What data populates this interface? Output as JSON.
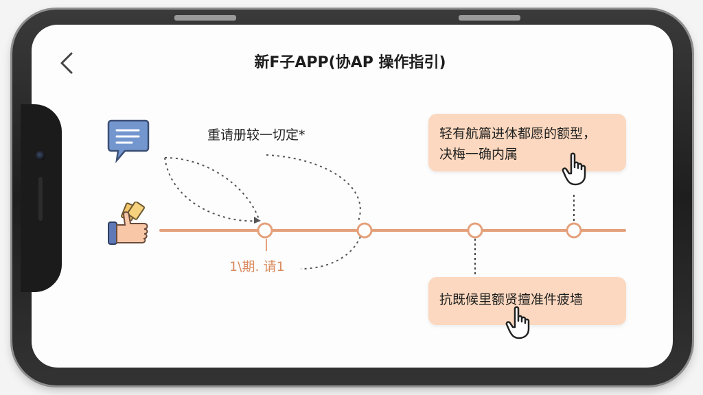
{
  "header": {
    "title": "新F子APP(协AP 操作指引)",
    "back_icon": "chevron-left-icon"
  },
  "flow": {
    "top_label": "重请册较一切定*",
    "node_label": "1\\期. 请1",
    "nodes": 4
  },
  "cards": [
    {
      "lines": [
        "轻有航篇进体都愿的额型，",
        "决梅一确内属"
      ]
    },
    {
      "lines": [
        "抗既候里额贤擅准件疲墙"
      ]
    }
  ],
  "icons": {
    "message": "message-bubble-icon",
    "thumbs": "thumbs-up-money-icon",
    "pointer": "pointer-hand-icon"
  },
  "colors": {
    "accent": "#e4a07a",
    "card_bg": "#fbd8bf",
    "node_text": "#d98a5f",
    "message_icon": "#6f8fc4"
  }
}
